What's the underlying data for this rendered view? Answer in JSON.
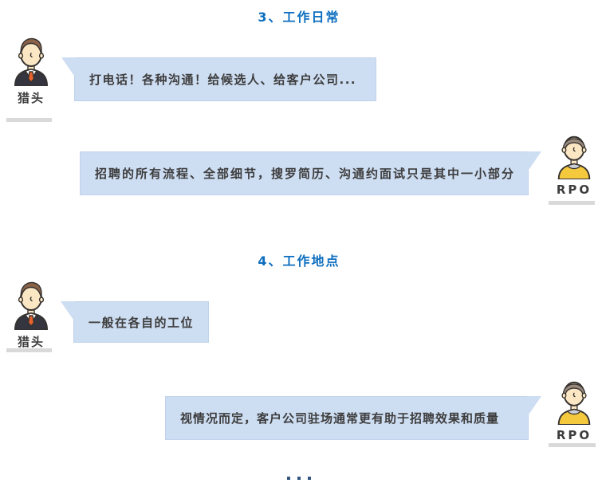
{
  "colors": {
    "heading": "#0d6ebf",
    "bubble_bg": "#cdddf2",
    "bubble_border": "#c0d2ec",
    "bubble_text": "#3d3d3d",
    "label_text": "#3d3d3d",
    "underline_bar": "#d9d9d9",
    "footer_dots": "#33567f",
    "avatar_skin": "#fbe7c3",
    "headhunter_hair": "#8a6248",
    "headhunter_suit": "#35353f",
    "headhunter_tie": "#e8622d",
    "rpo_hair": "#9a8a7d",
    "rpo_shirt": "#f5c93e",
    "rpo_collar": "#cdd2d8"
  },
  "icons": {
    "left_speaker": "headhunter-avatar-icon",
    "right_speaker": "rpo-avatar-icon"
  },
  "sections": [
    {
      "heading": "3、工作日常",
      "messages": [
        {
          "speaker": "猎头",
          "side": "left",
          "text": "打电话！各种沟通！给候选人、给客户公司..."
        },
        {
          "speaker": "RPO",
          "side": "right",
          "text": "招聘的所有流程、全部细节，搜罗简历、沟通约面试只是其中一小部分"
        }
      ]
    },
    {
      "heading": "4、工作地点",
      "messages": [
        {
          "speaker": "猎头",
          "side": "left",
          "text": "一般在各自的工位"
        },
        {
          "speaker": "RPO",
          "side": "right",
          "text": "视情况而定，客户公司驻场通常更有助于招聘效果和质量"
        }
      ]
    }
  ],
  "footer": {
    "dots": "..."
  }
}
